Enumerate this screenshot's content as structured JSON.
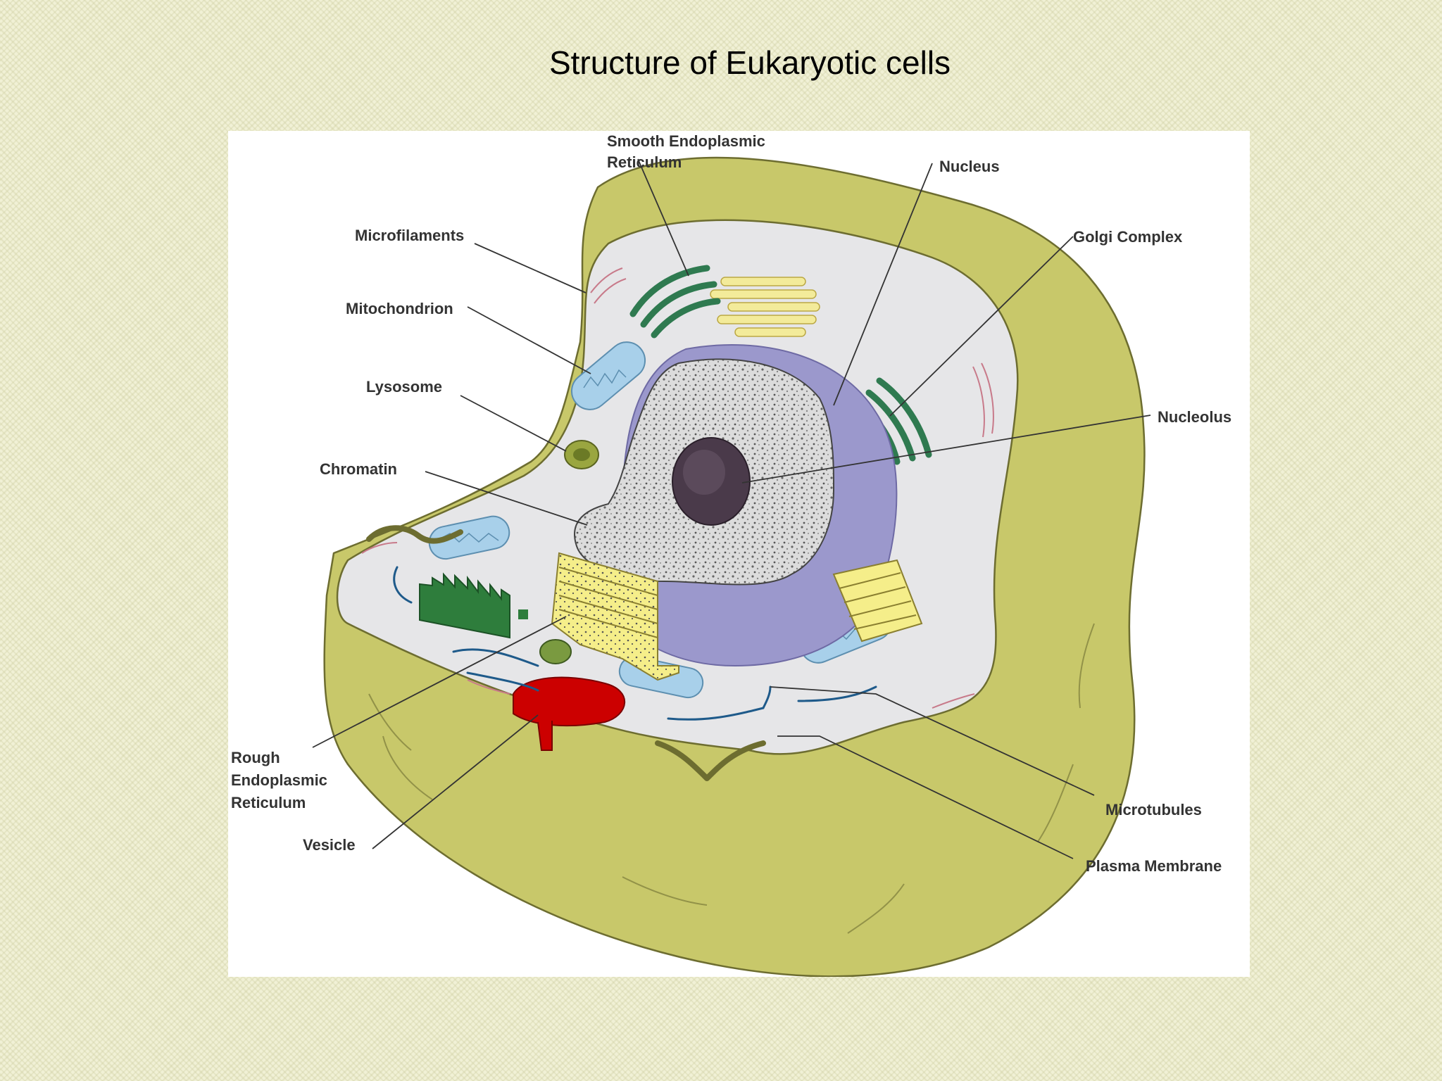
{
  "title": "Structure of Eukaryotic cells",
  "diagram": {
    "labels": {
      "smooth_er": [
        "Smooth Endoplasmic",
        "Reticulum"
      ],
      "nucleus": "Nucleus",
      "microfilaments": "Microfilaments",
      "golgi": "Golgi Complex",
      "mitochondrion": "Mitochondrion",
      "lysosome": "Lysosome",
      "nucleolus": "Nucleolus",
      "chromatin": "Chromatin",
      "rough_er": [
        "Rough",
        "Endoplasmic",
        "Reticulum"
      ],
      "vesicle": "Vesicle",
      "microtubules": "Microtubules",
      "plasma_membrane": "Plasma Membrane"
    },
    "colors": {
      "cytoplasm_wall": "#c8c86a",
      "cytoplasm_inner": "#e8e8e8",
      "nucleus_envelope": "#9b98cc",
      "nucleoplasm": "#d8d8d8",
      "nucleolus": "#4a3a4a",
      "mitochondria": "#a8d0ea",
      "golgi": "#2f7a50",
      "smooth_er": "#f3eb9a",
      "rough_er": "#f5ee8a",
      "vesicle": "#cc0000",
      "lysosome": "#9aa640",
      "green_structure": "#2e7d3c"
    }
  }
}
